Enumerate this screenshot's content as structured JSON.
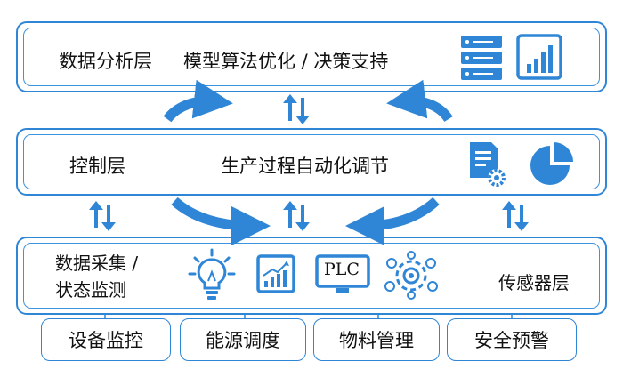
{
  "colors": {
    "primary": "#2f86d6",
    "dark": "#1c6fc0",
    "light": "#5aa6ea"
  },
  "top_layer": {
    "name": "数据分析层",
    "desc": "模型算法优化 / 决策支持",
    "icons": [
      "server-icon",
      "bar-chart-icon"
    ]
  },
  "mid_layer": {
    "name": "控制层",
    "desc": "生产过程自动化调节",
    "icons": [
      "document-gear-icon",
      "pie-chart-icon"
    ]
  },
  "bottom_layer": {
    "name_line1": "数据采集 /",
    "name_line2": "状态监测",
    "plc_label": "PLC",
    "right_label": "传感器层",
    "icons": [
      "lightbulb-icon",
      "trend-chart-icon",
      "plc-monitor-icon",
      "network-gear-icon"
    ]
  },
  "modules": [
    "设备监控",
    "能源调度",
    "物料管理",
    "安全预警"
  ]
}
